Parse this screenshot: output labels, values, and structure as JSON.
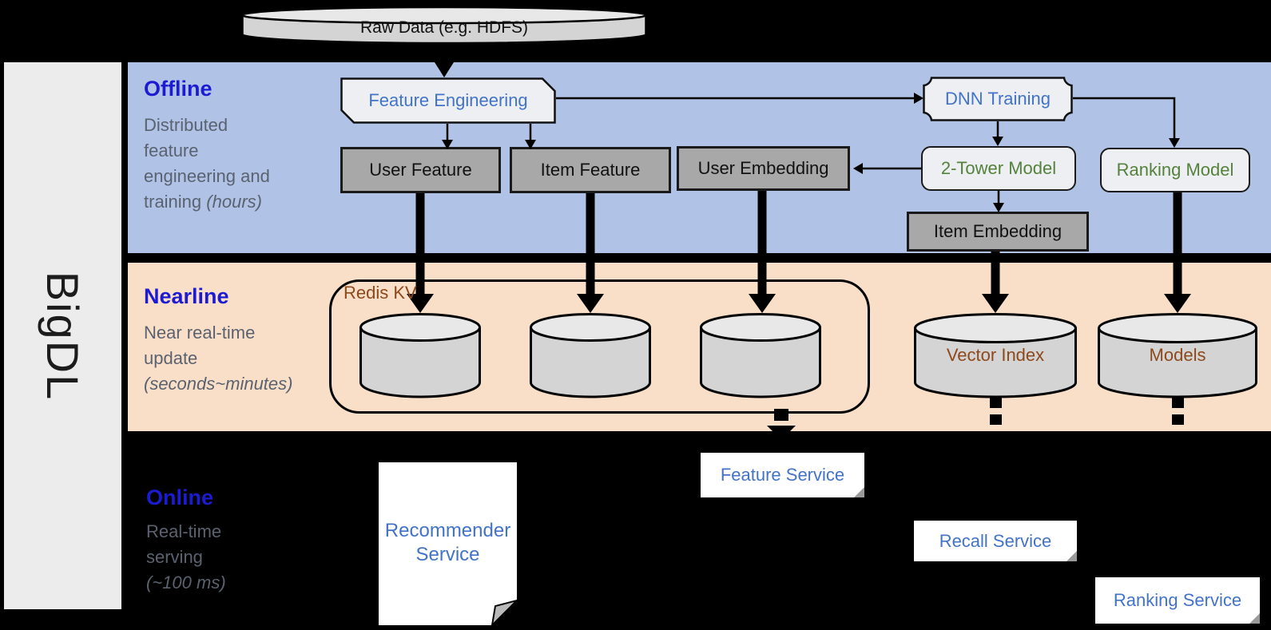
{
  "colors": {
    "canvas-bg": "#000000",
    "sidebar-bg": "#ececec",
    "offline-bg": "#b0c3e6",
    "nearline-bg": "#fadfc8",
    "band-title": "#1d1bd1",
    "band-desc": "#5a6270",
    "node-blue": "#4273c8",
    "node-green": "#54823b",
    "node-brown": "#8d491b",
    "gray-node-bg": "#a8a8a8",
    "light-node-bg": "#edeff3",
    "cylinder-body": "#d4d4d4",
    "cylinder-top": "#e8e8e8",
    "line": "#000000"
  },
  "sidebar": {
    "brand": "BigDL"
  },
  "source": {
    "label": "Raw Data (e.g. HDFS)"
  },
  "bands": {
    "offline": {
      "title": "Offline",
      "desc": "Distributed feature engineering and training ",
      "desc_em": "(hours)"
    },
    "nearline": {
      "title": "Nearline",
      "desc": "Near real-time update ",
      "desc_em": "(seconds~minutes)"
    },
    "online": {
      "title": "Online",
      "desc": "Real-time serving ",
      "desc_em": "(~100 ms)"
    }
  },
  "nodes": {
    "feature_engineering": "Feature Engineering",
    "dnn_training": "DNN Training",
    "user_feature": "User Feature",
    "item_feature": "Item Feature",
    "user_embedding": "User Embedding",
    "two_tower_model": "2-Tower Model",
    "ranking_model": "Ranking Model",
    "item_embedding": "Item Embedding",
    "redis_kv": "Redis KV",
    "vector_index": "Vector Index",
    "models": "Models",
    "recommender_service": "Recommender Service",
    "feature_service": "Feature Service",
    "recall_service": "Recall Service",
    "ranking_service": "Ranking Service"
  }
}
